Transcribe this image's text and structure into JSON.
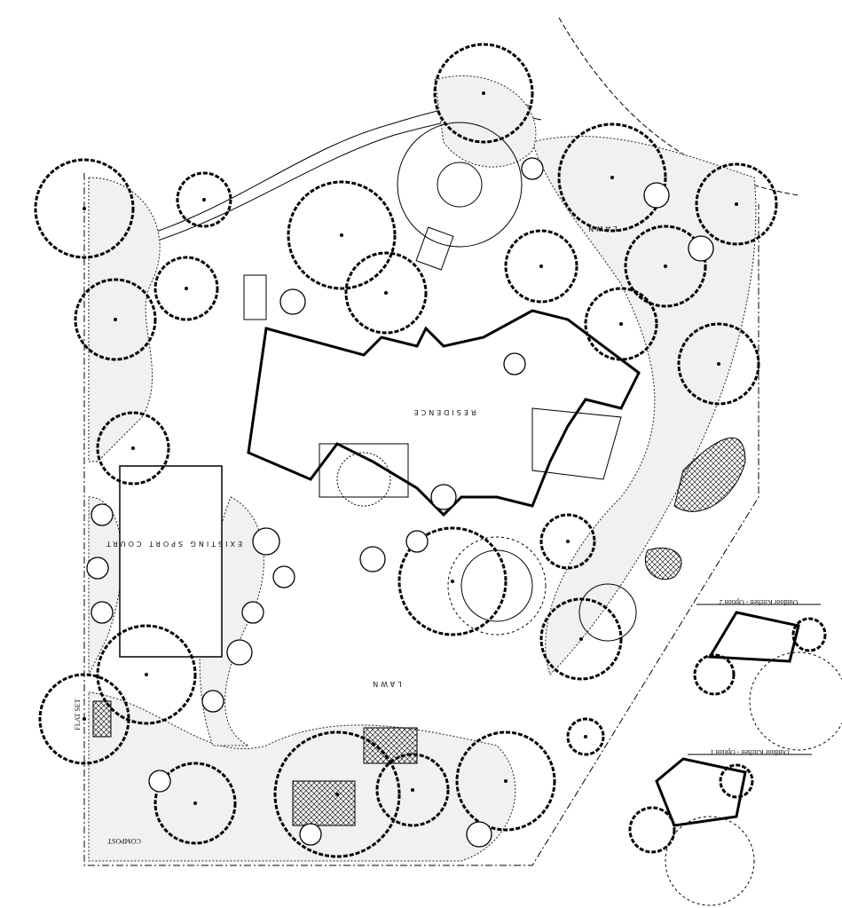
{
  "plan": {
    "residence_label": "RESIDENCE",
    "sport_court_label": "EXISTING SPORT COURT",
    "lawn_labels": [
      "LAWN",
      "LAWN"
    ],
    "compost_label": "COMPOST",
    "flat_set_label": "FLAT SET"
  },
  "insets": {
    "option_2_caption": "Outdoor Kitchen - Option 2",
    "option_1_caption": "Outdoor Kitchen - Option 1"
  }
}
